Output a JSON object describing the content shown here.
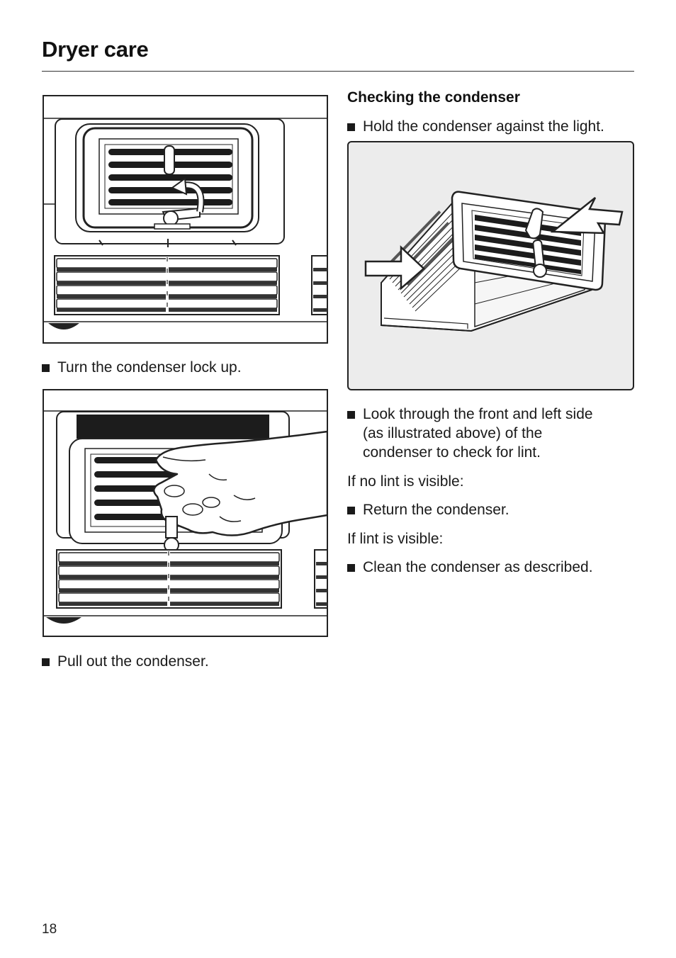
{
  "page": {
    "title": "Dryer care",
    "page_number": "18"
  },
  "left_column": {
    "step1": "Turn the condenser lock up.",
    "step2": "Pull out the condenser."
  },
  "right_column": {
    "heading": "Checking the condenser",
    "step_hold": "Hold the condenser against the light.",
    "step_look": "Look through the front and left side (as illustrated above) of the condenser to check for lint.",
    "if_no_lint": "If no lint is visible:",
    "step_return": "Return the condenser.",
    "if_lint": "If lint is visible:",
    "step_clean": "Clean the condenser as described."
  }
}
